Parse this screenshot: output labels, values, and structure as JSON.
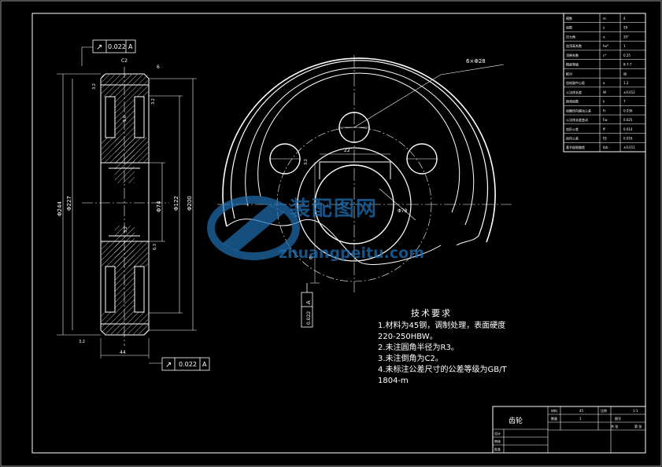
{
  "frame": {
    "border": "#ffffff",
    "background": "#000000",
    "accent": "#ff0000"
  },
  "side_view": {
    "gtol_top": {
      "symbol": "↗",
      "value": "0.022",
      "datum": "A"
    },
    "gtol_bottom": {
      "symbol": "↗",
      "value": "0.022",
      "datum": "A"
    },
    "chamfer_label": "C2",
    "dims": {
      "d1": "Φ244",
      "d2": "Φ227",
      "d3": "Φ200",
      "d4": "Φ122",
      "d5": "Φ74",
      "width": "44",
      "angle": "6",
      "ra1": "3.2",
      "ra2": "3.2",
      "ra3": "3.2",
      "ra4": "1.6",
      "ra5": "6.3",
      "ra6": "3.2"
    }
  },
  "front_view": {
    "holes_label": "6×Φ28",
    "keyway_width": "22",
    "keyway_depth": "Φ",
    "bore": "Φ78",
    "ra_keyway": "3.2"
  },
  "datum_box": {
    "letter": "A",
    "value": "0.022"
  },
  "params_table": {
    "rows": [
      [
        "模数",
        "m",
        "4"
      ],
      [
        "齿数",
        "z",
        "59"
      ],
      [
        "压力角",
        "α",
        "20°"
      ],
      [
        "齿顶高系数",
        "ha*",
        "1"
      ],
      [
        "顶隙系数",
        "c*",
        "0.25"
      ],
      [
        "精度等级",
        "",
        "8-7-7"
      ],
      [
        "配对",
        "",
        "齿"
      ],
      [
        "齿轮副中心距",
        "a",
        "1.2"
      ],
      [
        "公法线长度",
        "W",
        "±0.012"
      ],
      [
        "跨测齿数",
        "k",
        "7"
      ],
      [
        "齿圈径向跳动公差",
        "Fr",
        "0.036"
      ],
      [
        "公法线长度变动",
        "Fw",
        "0.025"
      ],
      [
        "齿形公差",
        "ff",
        "0.014"
      ],
      [
        "齿向公差",
        "Fβ",
        "0.016"
      ],
      [
        "基节极限偏差",
        "fpb",
        "±0.011"
      ]
    ]
  },
  "tech_requirements": {
    "heading": "技术要求",
    "items": [
      "1.材料为45钢，调制处理，表面硬度",
      "220-250HBW。",
      "2.未注圆角半径为R3。",
      "3.未注倒角为C2。",
      "4.未标注公差尺寸的公差等级为GB/T",
      "1804-m"
    ]
  },
  "title_block": {
    "part_name": "齿轮",
    "cells": [
      "材料",
      "45",
      "比例",
      "1:1",
      "数量",
      "1",
      "图号",
      "",
      "共 张",
      "第 张"
    ],
    "left_labels": [
      "设计",
      "审核",
      "批准"
    ]
  },
  "watermark": {
    "text": "装配图网",
    "url": "zhuangpeitu.com"
  }
}
